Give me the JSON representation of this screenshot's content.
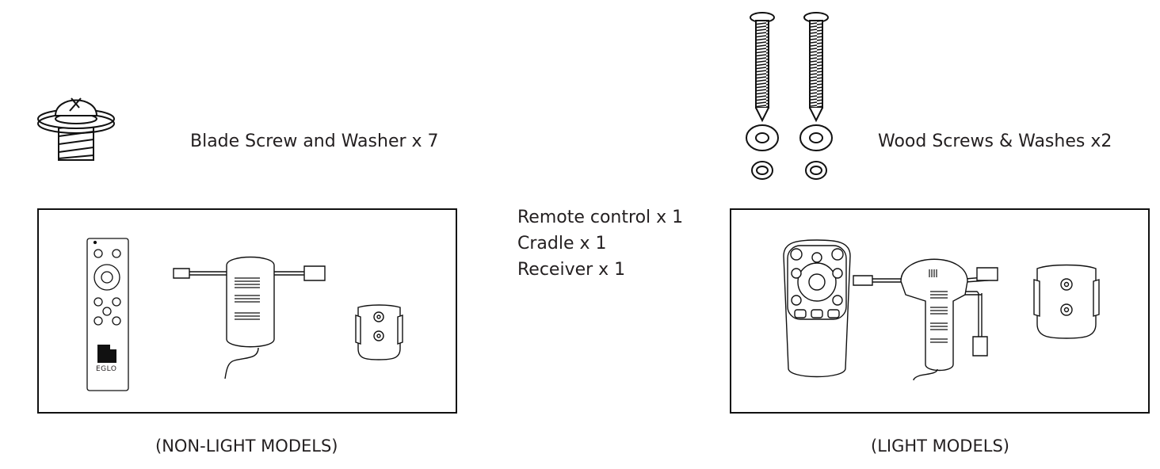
{
  "top_left_item": {
    "label": "Blade Screw and Washer x 7"
  },
  "top_right_item": {
    "label": "Wood Screws & Washes x2"
  },
  "center_list": [
    "Remote control x 1",
    "Cradle x 1",
    "Receiver x 1"
  ],
  "non_light_kit": {
    "caption": "(NON-LIGHT MODELS)",
    "remote_logo": "EGLO"
  },
  "light_kit": {
    "caption": "(LIGHT MODELS)"
  },
  "colors": {
    "ink": "#231f20",
    "frame": "#111111"
  }
}
